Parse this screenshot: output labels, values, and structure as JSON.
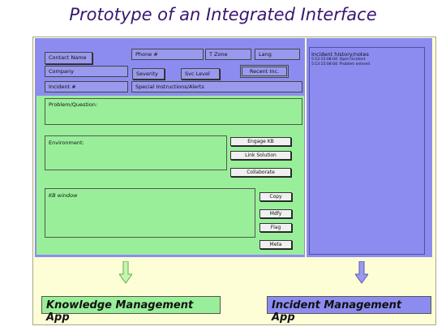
{
  "page": {
    "title": "Prototype of an Integrated Interface"
  },
  "header_fields": {
    "contact_name": "Contact Name",
    "phone": "Phone #",
    "tzone": "T Zone",
    "lang": "Lang",
    "company": "Company",
    "severity": "Severity",
    "svc_level": "Svc Level",
    "recent_inc": "Recent Inc.",
    "incident_no": "Incident #",
    "special_instructions": "Special Instructions/Alerts"
  },
  "history": {
    "title": "Incident history/notes",
    "lines": [
      "5:12:15:08:04: Open Incident",
      "5:13:15:08:04: Problem entered"
    ]
  },
  "problem": {
    "label": "Problem/Question:"
  },
  "environment": {
    "label": "Environment:"
  },
  "kb_window": {
    "label": "KB window"
  },
  "kb_buttons": {
    "engage": "Engage KB",
    "link": "Link Solution",
    "collaborate": "Collaborate"
  },
  "kb_actions": {
    "copy": "Copy",
    "mdfy": "Mdfy",
    "flag": "Flag",
    "meta": "Meta"
  },
  "apps": {
    "knowledge": "Knowledge Management App",
    "incident": "Incident Management App"
  },
  "colors": {
    "blue_panel": "#8c8cf0",
    "green_panel": "#99ef99",
    "frame_bg": "#fefed6",
    "title": "#3a1570"
  }
}
